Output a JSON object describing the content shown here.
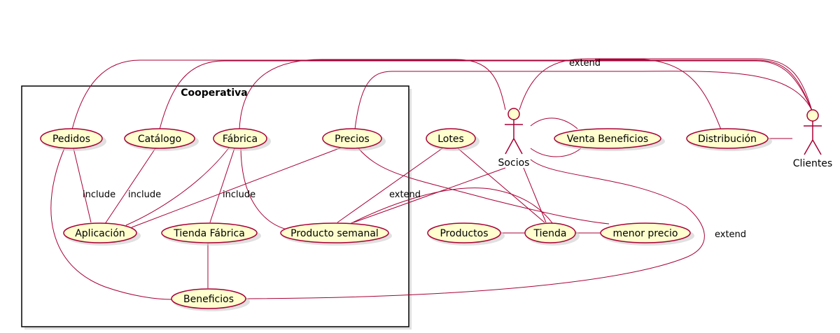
{
  "package": {
    "title": "Cooperativa"
  },
  "actors": {
    "socios": "Socios",
    "clientes": "Clientes"
  },
  "usecases": {
    "pedidos": "Pedidos",
    "catalogo": "Catálogo",
    "fabrica": "Fábrica",
    "precios": "Precios",
    "aplicacion": "Aplicación",
    "tienda_fabrica": "Tienda Fábrica",
    "producto_semanal": "Producto semanal",
    "beneficios": "Beneficios",
    "lotes": "Lotes",
    "venta_beneficios": "Venta Beneficios",
    "distribucion": "Distribución",
    "productos": "Productos",
    "tienda": "Tienda",
    "menor_precio": "menor precio"
  },
  "edge_labels": {
    "include_pedidos": "include",
    "include_catalogo": "include",
    "include_fabrica": "include",
    "extend_lotes": "extend",
    "extend_socios_clientes": "extend",
    "extend_socios_beneficios": "extend"
  },
  "colors": {
    "usecase_fill": "#fefece",
    "stroke": "#a80036"
  }
}
